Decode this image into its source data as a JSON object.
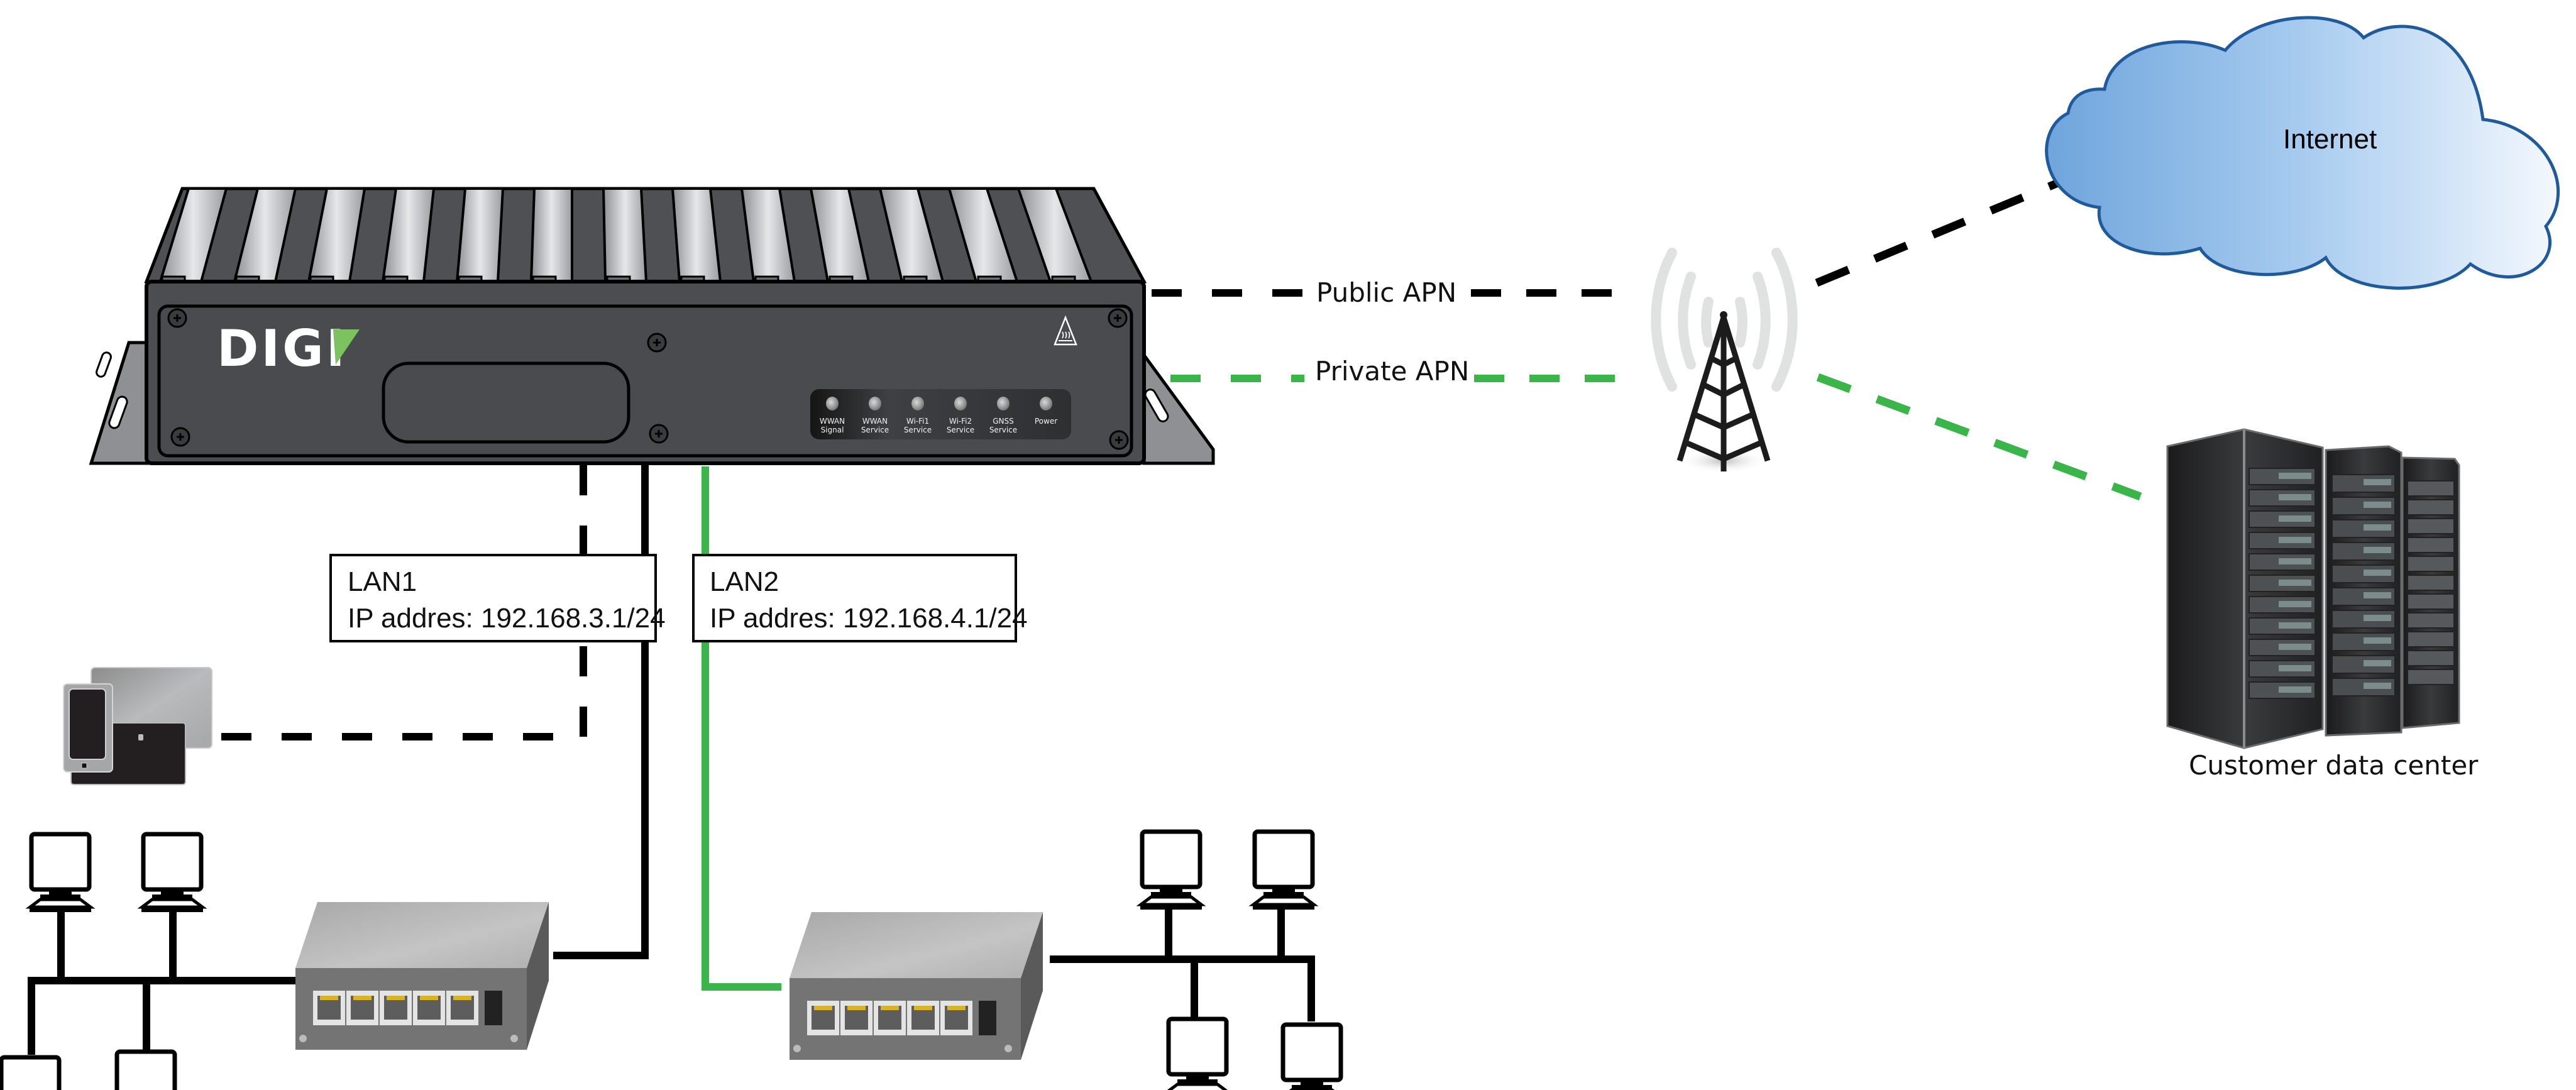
{
  "diagram": {
    "router": {
      "brand": "DIGI",
      "brand_accent_color": "#7cc260",
      "leds": [
        {
          "line1": "WWAN",
          "line2": "Signal"
        },
        {
          "line1": "WWAN",
          "line2": "Service"
        },
        {
          "line1": "Wi-Fi1",
          "line2": "Service"
        },
        {
          "line1": "Wi-Fi2",
          "line2": "Service"
        },
        {
          "line1": "GNSS",
          "line2": "Service"
        },
        {
          "line1": "Power",
          "line2": ""
        }
      ]
    },
    "links": {
      "public_apn": {
        "label": "Public APN",
        "color": "#000000",
        "style": "dashed"
      },
      "private_apn": {
        "label": "Private APN",
        "color": "#3ab54a",
        "style": "dashed"
      },
      "lan1_line_color": "#000000",
      "lan2_line_color": "#3ab54a"
    },
    "lan1": {
      "title": "LAN1",
      "ip": "IP addres: 192.168.3.1/24"
    },
    "lan2": {
      "title": "LAN2",
      "ip": "IP addres: 192.168.4.1/24"
    },
    "internet": {
      "label": "Internet",
      "fill_from": "#6fa5dc",
      "fill_to": "#f4f8fd",
      "stroke": "#1f5a9c"
    },
    "datacenter": {
      "label": "Customer data center"
    },
    "lan1_switch_ports": 5,
    "lan2_switch_ports": 5,
    "lan1_computers": 4,
    "lan2_computers": 4
  }
}
